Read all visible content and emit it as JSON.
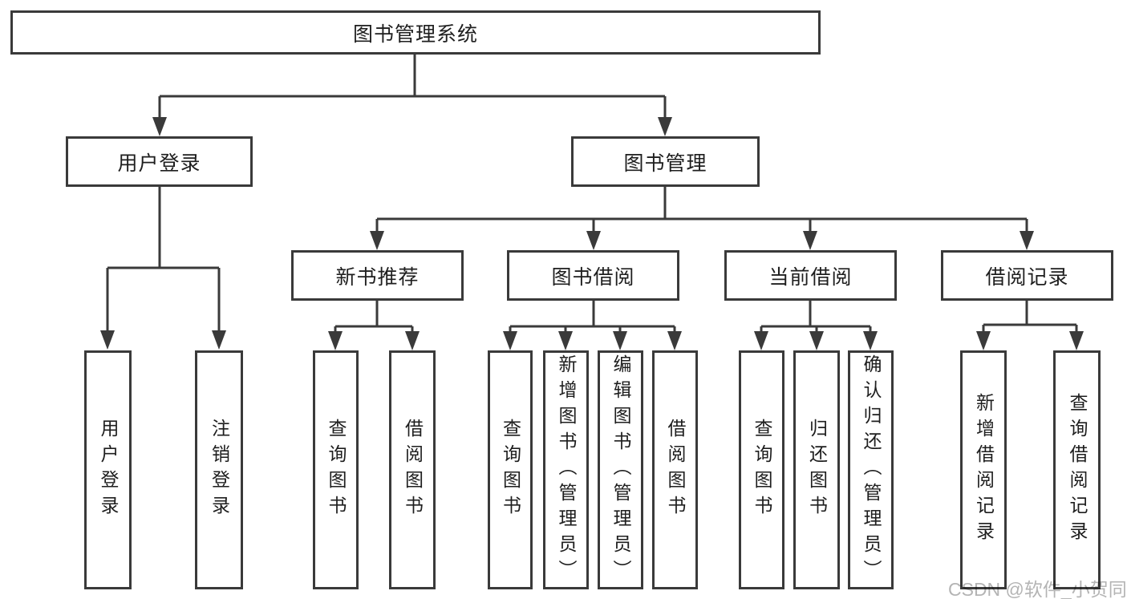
{
  "diagram": {
    "root": {
      "label": "图书管理系统"
    },
    "branches": {
      "user_login": {
        "label": "用户登录",
        "children": [
          "用户登录",
          "注销登录"
        ]
      },
      "book_mgmt": {
        "label": "图书管理"
      }
    },
    "modules": [
      {
        "label": "新书推荐",
        "children": [
          "查询图书",
          "借阅图书"
        ]
      },
      {
        "label": "图书借阅",
        "children": [
          "查询图书",
          "新增图书（管理员）",
          "编辑图书（管理员）",
          "借阅图书"
        ]
      },
      {
        "label": "当前借阅",
        "children": [
          "查询图书",
          "归还图书",
          "确认归还（管理员）"
        ]
      },
      {
        "label": "借阅记录",
        "children": [
          "新增借阅记录",
          "查询借阅记录"
        ]
      }
    ]
  },
  "watermark": {
    "text": "CSDN @软件_小贺同学"
  },
  "colors": {
    "line": "#3a3a3a",
    "text": "#1e1e1e",
    "background": "#ffffff",
    "watermark": "#b4b4b4"
  }
}
